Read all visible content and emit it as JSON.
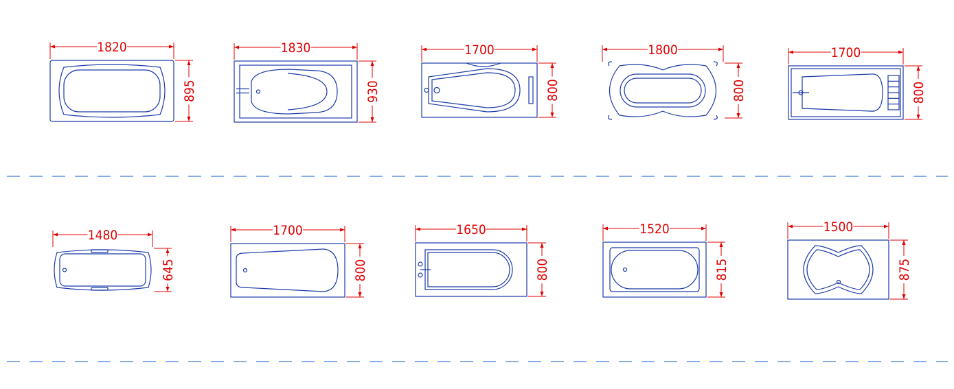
{
  "colors": {
    "outline": "#1a3aa8",
    "dimension": "#e00000",
    "separator": "#3a7ad6",
    "background": "#ffffff"
  },
  "rows": [
    {
      "tubs": [
        {
          "id": "tub-1",
          "style": "double-ended-rounded",
          "width_label": "1820",
          "height_label": "895"
        },
        {
          "id": "tub-2",
          "style": "armrest-with-faucet",
          "width_label": "1830",
          "height_label": "930"
        },
        {
          "id": "tub-3",
          "style": "tapered-with-handle",
          "width_label": "1700",
          "height_label": "800"
        },
        {
          "id": "tub-4",
          "style": "freestanding-clawfoot",
          "width_label": "1800",
          "height_label": "800"
        },
        {
          "id": "tub-5",
          "style": "jacuzzi-with-faucet",
          "width_label": "1700",
          "height_label": "800"
        }
      ]
    },
    {
      "tubs": [
        {
          "id": "tub-6",
          "style": "compact-corner",
          "width_label": "1480",
          "height_label": "645"
        },
        {
          "id": "tub-7",
          "style": "simple-tapered",
          "width_label": "1700",
          "height_label": "800"
        },
        {
          "id": "tub-8",
          "style": "d-shape-with-tap",
          "width_label": "1650",
          "height_label": "800"
        },
        {
          "id": "tub-9",
          "style": "rounded-rectangle",
          "width_label": "1520",
          "height_label": "815"
        },
        {
          "id": "tub-10",
          "style": "figure-eight",
          "width_label": "1500",
          "height_label": "875"
        }
      ]
    }
  ]
}
